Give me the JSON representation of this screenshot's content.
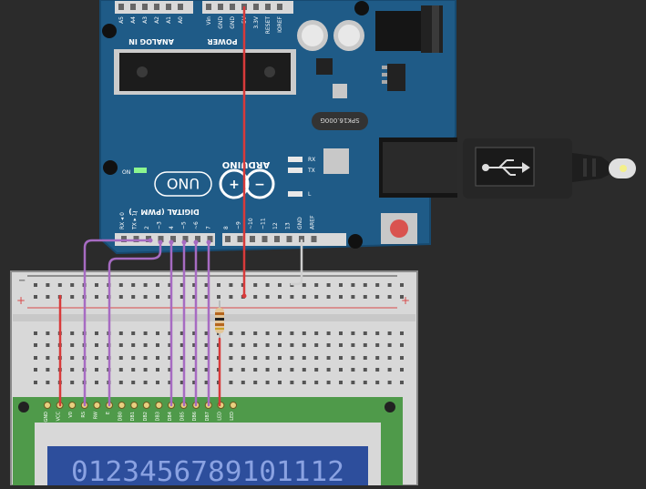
{
  "canvas": {
    "background": "#2b2b2b"
  },
  "arduino": {
    "brand": "ARDUINO",
    "model": "UNO",
    "board_color": "#1f5b87",
    "analog_header_label": "ANALOG IN",
    "power_header_label": "POWER",
    "analog_pins": [
      "A5",
      "A4",
      "A3",
      "A2",
      "A1",
      "A0"
    ],
    "power_pins": [
      "Vin",
      "GND",
      "GND",
      "5V",
      "3.3V",
      "RESET",
      "IOREF"
    ],
    "digital_header_label": "DIGITAL (PWM ~)",
    "digital_pins": [
      "RX ◂ 0",
      "TX ▸ 1",
      "2",
      "~3",
      "4",
      "~5",
      "~6",
      "7",
      "8",
      "~9",
      "~10",
      "~11",
      "12",
      "13",
      "GND",
      "AREF"
    ],
    "crystal_label": "SPK16.000G",
    "led_labels": {
      "on": "ON",
      "rx": "RX",
      "tx": "TX",
      "l": "L"
    }
  },
  "lcd": {
    "pins": [
      "GND",
      "VCC",
      "V0",
      "RS",
      "RW",
      "E",
      "DB0",
      "DB1",
      "DB2",
      "DB3",
      "DB4",
      "DB5",
      "DB6",
      "DB7",
      "LED",
      "LED"
    ],
    "display_text": "0123456789101112",
    "pcb_color": "#4f9a4a",
    "screen_color": "#2d4e9c"
  },
  "colors": {
    "wire_red": "#d83a3a",
    "wire_purple": "#a66bc2",
    "wire_gray": "#cfcfcf",
    "usb_led": "#f4f08a"
  }
}
